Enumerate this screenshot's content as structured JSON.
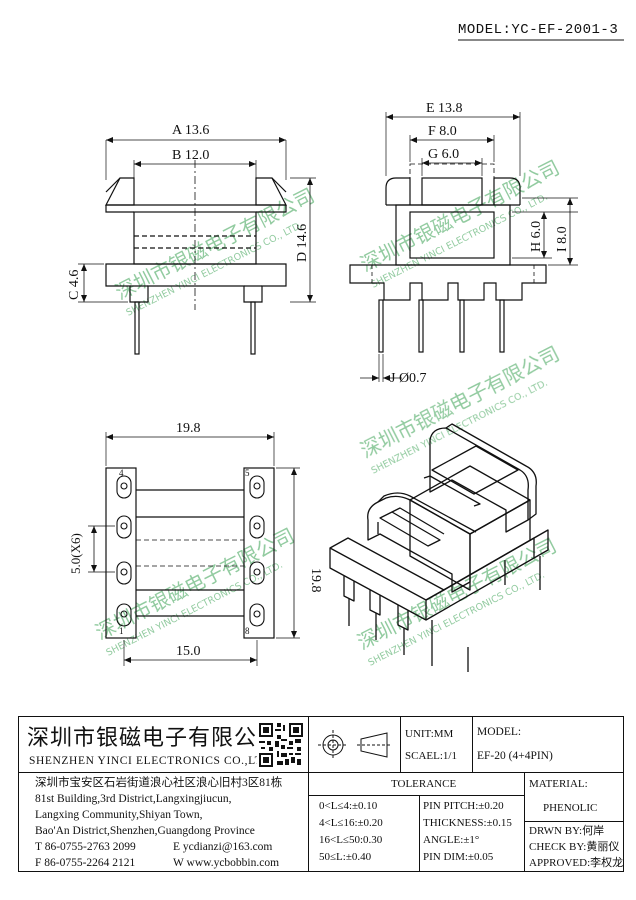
{
  "header": {
    "model": "MODEL:YC-EF-2001-3"
  },
  "dimensions": {
    "a": "A 13.6",
    "b": "B 12.0",
    "c": "C 4.6",
    "d": "D 14.6",
    "e": "E 13.8",
    "f": "F 8.0",
    "g": "G 6.0",
    "h": "H 6.0",
    "i": "I 8.0",
    "j": "J Ø0.7",
    "bottom_width": "19.8",
    "bottom_height": "19.8",
    "pin_spacing": "5.0(X6)",
    "row_spacing": "15.0"
  },
  "pin_numbers": {
    "p1": "1",
    "p4": "4",
    "p5": "5",
    "p8": "8"
  },
  "watermark": {
    "cn": "深圳市银磁电子有限公司",
    "en": "SHENZHEN YINCI ELECTRONICS CO., LTD."
  },
  "title_block": {
    "company_cn": "深圳市银磁电子有限公司",
    "company_en": "SHENZHEN YINCI ELECTRONICS CO.,LTD.",
    "unit": "UNIT:MM",
    "scale": "SCAEL:1/1",
    "model_label": "MODEL:",
    "model_value": "EF-20 (4+4PIN)",
    "material_label": "MATERIAL:",
    "material_value": "PHENOLIC",
    "address_cn": "深圳市宝安区石岩街道浪心社区浪心旧村3区81栋",
    "address_en_1": "81st Building,3rd District,Langxingjiucun,",
    "address_en_2": "Langxing Community,Shiyan Town,",
    "address_en_3": "Bao'An District,Shenzhen,Guangdong Province",
    "tel": "T 86-0755-2763 2099",
    "email": "E ycdianzi@163.com",
    "fax": "F 86-0755-2264 2121",
    "web": "W www.ycbobbin.com",
    "tolerance_title": "TOLERANCE",
    "tol_1": "0<L≤4:±0.10",
    "tol_2": "4<L≤16:±0.20",
    "tol_3": "16<L≤50:0.30",
    "tol_4": "50≤L:±0.40",
    "pin_pitch": "PIN PITCH:±0.20",
    "thickness": "THICKNESS:±0.15",
    "angle": "ANGLE:±1°",
    "pin_dim": "PIN DIM:±0.05",
    "drawn": "DRWN BY:何岸",
    "check": "CHECK BY:黄丽仪",
    "approved": "APPROVED:李权龙"
  }
}
